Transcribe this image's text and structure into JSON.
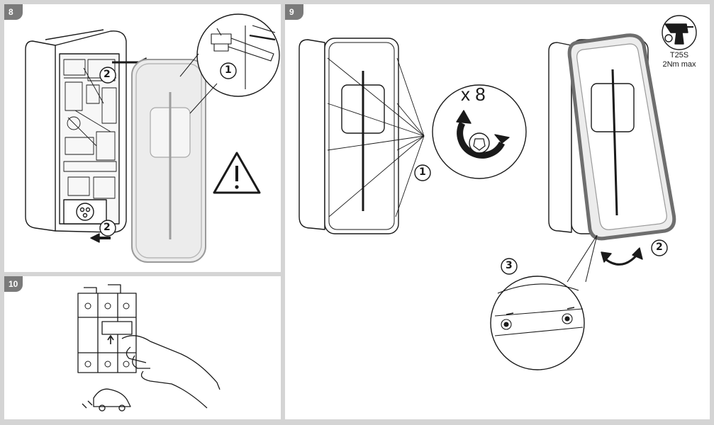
{
  "panels": {
    "p8": {
      "tag": "8",
      "callout_1": "1",
      "callout_2a": "2",
      "callout_2b": "2"
    },
    "p9": {
      "tag": "9",
      "multiplier": "x 8",
      "callout_1": "1",
      "callout_2": "2",
      "callout_3": "3",
      "tool_spec_line1": "T25S",
      "tool_spec_line2": "2Nm max"
    },
    "p10": {
      "tag": "10"
    }
  },
  "colors": {
    "line": "#1a1a1a",
    "panel_bg": "#ffffff",
    "border": "#d4d4d4",
    "tag_bg": "#7a7a7a",
    "cover_fill": "#ececec"
  },
  "icons": [
    "warning-triangle-icon",
    "screw-rotate-icon",
    "drill-icon",
    "car-plug-icon",
    "hand-icon"
  ]
}
